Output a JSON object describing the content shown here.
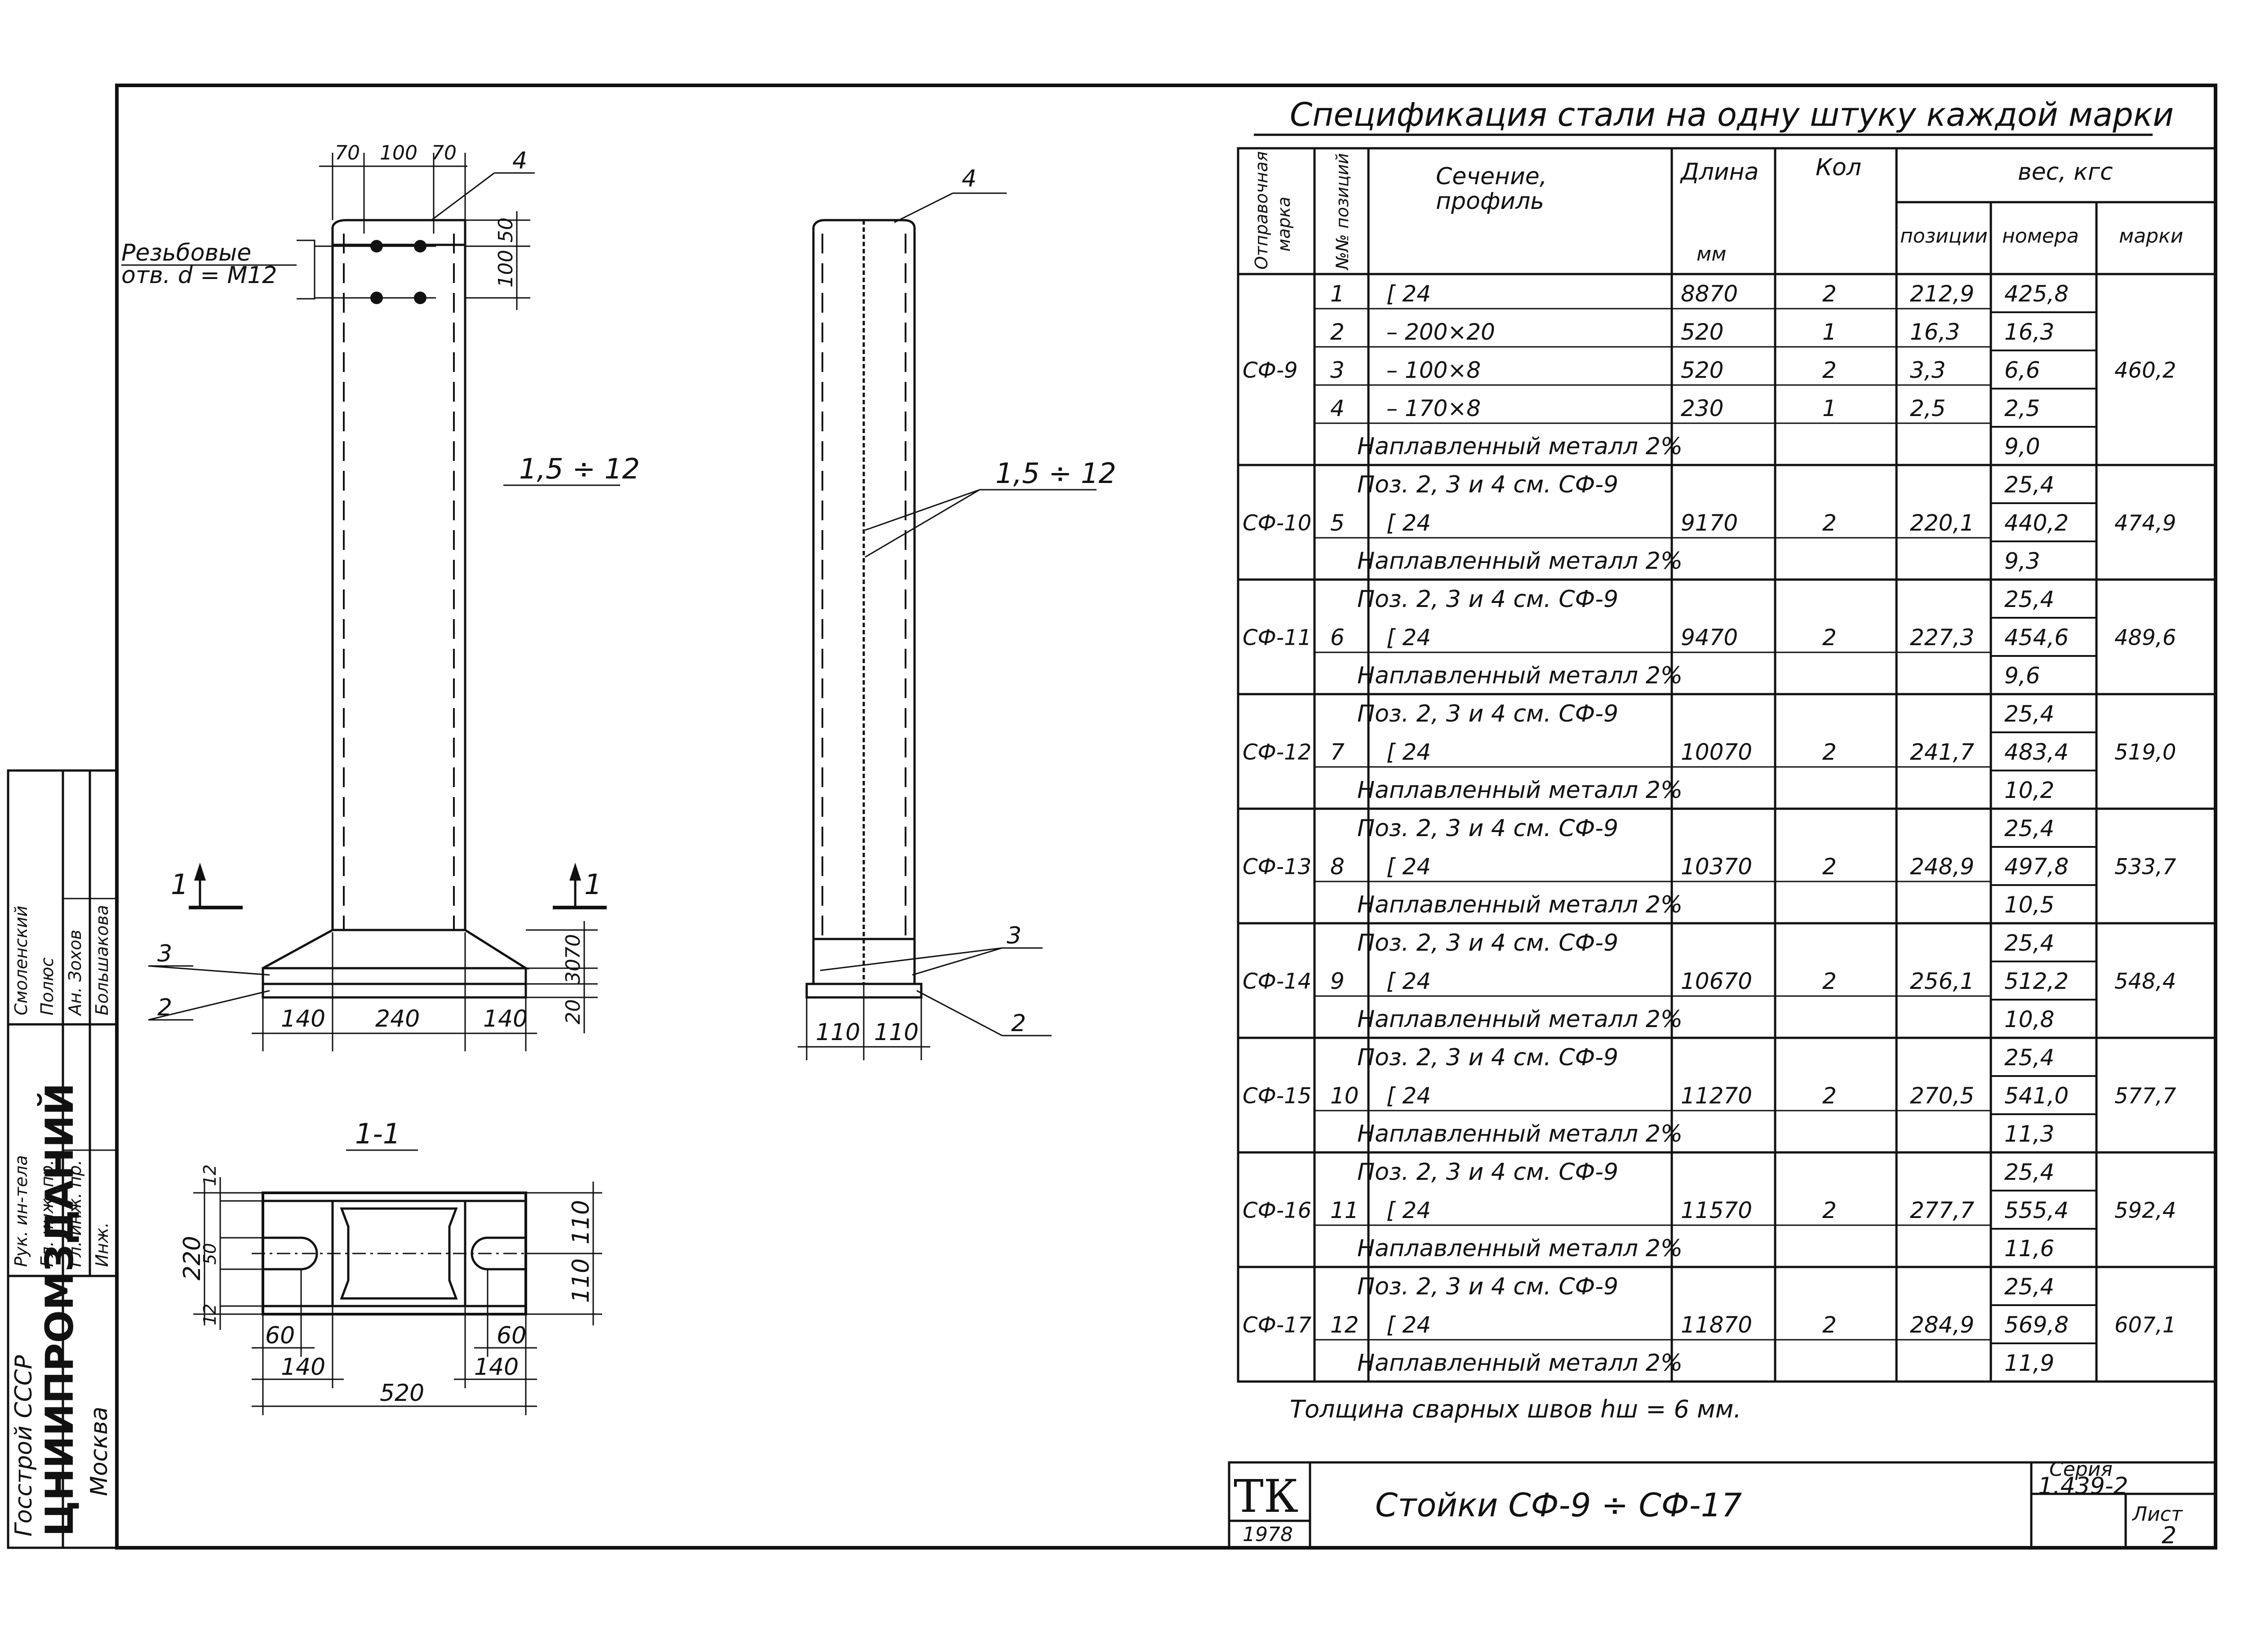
{
  "stamp": {
    "org": [
      "Госстрой СССР",
      "ЦНИИПРОМЗДАНИЙ",
      "Москва"
    ],
    "roles": [
      "Рук. ин-тела",
      "Гл. инж. пр.",
      "Гл. инж. пр.",
      "Инж."
    ],
    "names": [
      "Смоленский",
      "Полюс",
      "Ан. Зохов",
      "Большакова"
    ]
  },
  "front_view": {
    "top_dims": [
      "70",
      "100",
      "70"
    ],
    "right_dims": [
      "50",
      "100"
    ],
    "holes_label": [
      "Резьбовые",
      "отв. d = M12"
    ],
    "height_label": "1,5 ÷ 12",
    "base_dims": [
      "140",
      "240",
      "140"
    ],
    "base_side_dims": [
      "70",
      "30",
      "20"
    ],
    "leaders": [
      "4",
      "3",
      "2"
    ],
    "section_marks": [
      "1",
      "1"
    ]
  },
  "side_view": {
    "height_label": "1,5 ÷ 12",
    "base_dims": [
      "110",
      "110"
    ],
    "leaders": [
      "4",
      "3",
      "2"
    ]
  },
  "section": {
    "title": "1-1",
    "left_dims": [
      "220",
      "12",
      "50",
      "12"
    ],
    "right_dims": [
      "110",
      "110"
    ],
    "bottom_dims": [
      "60",
      "140",
      "60",
      "140",
      "520"
    ]
  },
  "spec": {
    "title": "Спецификация стали на одну штуку каждой марки",
    "headers": {
      "mark": [
        "Отправочная",
        "марка"
      ],
      "pos": "№№ позиций",
      "section": [
        "Сечение,",
        "профиль"
      ],
      "length": [
        "Длина",
        "мм"
      ],
      "qty": "Кол",
      "weight": "вес, кгс",
      "w_pos": "позиции",
      "w_num": "номера",
      "w_mark": "марки"
    },
    "groups": [
      {
        "mark": "СФ-9",
        "total": "460,2",
        "rows": [
          {
            "t": "item",
            "pos": "1",
            "prof": "[ 24",
            "len": "8870",
            "qty": "2",
            "wp": "212,9",
            "wn": "425,8"
          },
          {
            "t": "item",
            "pos": "2",
            "prof": "– 200×20",
            "len": "520",
            "qty": "1",
            "wp": "16,3",
            "wn": "16,3"
          },
          {
            "t": "item",
            "pos": "3",
            "prof": "– 100×8",
            "len": "520",
            "qty": "2",
            "wp": "3,3",
            "wn": "6,6"
          },
          {
            "t": "item",
            "pos": "4",
            "prof": "– 170×8",
            "len": "230",
            "qty": "1",
            "wp": "2,5",
            "wn": "2,5"
          },
          {
            "t": "note",
            "text": "Наплавленный металл 2%",
            "wn": "9,0"
          }
        ]
      },
      {
        "mark": "СФ-10",
        "total": "474,9",
        "rows": [
          {
            "t": "note",
            "text": "Поз. 2, 3 и 4 см. СФ-9",
            "wn": "25,4"
          },
          {
            "t": "item",
            "pos": "5",
            "prof": "[ 24",
            "len": "9170",
            "qty": "2",
            "wp": "220,1",
            "wn": "440,2"
          },
          {
            "t": "note",
            "text": "Наплавленный металл 2%",
            "wn": "9,3"
          }
        ]
      },
      {
        "mark": "СФ-11",
        "total": "489,6",
        "rows": [
          {
            "t": "note",
            "text": "Поз. 2, 3 и 4 см. СФ-9",
            "wn": "25,4"
          },
          {
            "t": "item",
            "pos": "6",
            "prof": "[ 24",
            "len": "9470",
            "qty": "2",
            "wp": "227,3",
            "wn": "454,6"
          },
          {
            "t": "note",
            "text": "Наплавленный металл 2%",
            "wn": "9,6"
          }
        ]
      },
      {
        "mark": "СФ-12",
        "total": "519,0",
        "rows": [
          {
            "t": "note",
            "text": "Поз. 2, 3 и 4 см. СФ-9",
            "wn": "25,4"
          },
          {
            "t": "item",
            "pos": "7",
            "prof": "[ 24",
            "len": "10070",
            "qty": "2",
            "wp": "241,7",
            "wn": "483,4"
          },
          {
            "t": "note",
            "text": "Наплавленный металл 2%",
            "wn": "10,2"
          }
        ]
      },
      {
        "mark": "СФ-13",
        "total": "533,7",
        "rows": [
          {
            "t": "note",
            "text": "Поз. 2, 3 и 4 см. СФ-9",
            "wn": "25,4"
          },
          {
            "t": "item",
            "pos": "8",
            "prof": "[ 24",
            "len": "10370",
            "qty": "2",
            "wp": "248,9",
            "wn": "497,8"
          },
          {
            "t": "note",
            "text": "Наплавленный металл 2%",
            "wn": "10,5"
          }
        ]
      },
      {
        "mark": "СФ-14",
        "total": "548,4",
        "rows": [
          {
            "t": "note",
            "text": "Поз. 2, 3 и 4 см. СФ-9",
            "wn": "25,4"
          },
          {
            "t": "item",
            "pos": "9",
            "prof": "[ 24",
            "len": "10670",
            "qty": "2",
            "wp": "256,1",
            "wn": "512,2"
          },
          {
            "t": "note",
            "text": "Наплавленный металл 2%",
            "wn": "10,8"
          }
        ]
      },
      {
        "mark": "СФ-15",
        "total": "577,7",
        "rows": [
          {
            "t": "note",
            "text": "Поз. 2, 3 и 4 см. СФ-9",
            "wn": "25,4"
          },
          {
            "t": "item",
            "pos": "10",
            "prof": "[ 24",
            "len": "11270",
            "qty": "2",
            "wp": "270,5",
            "wn": "541,0"
          },
          {
            "t": "note",
            "text": "Наплавленный металл 2%",
            "wn": "11,3"
          }
        ]
      },
      {
        "mark": "СФ-16",
        "total": "592,4",
        "rows": [
          {
            "t": "note",
            "text": "Поз. 2, 3 и 4 см. СФ-9",
            "wn": "25,4"
          },
          {
            "t": "item",
            "pos": "11",
            "prof": "[ 24",
            "len": "11570",
            "qty": "2",
            "wp": "277,7",
            "wn": "555,4"
          },
          {
            "t": "note",
            "text": "Наплавленный металл 2%",
            "wn": "11,6"
          }
        ]
      },
      {
        "mark": "СФ-17",
        "total": "607,1",
        "rows": [
          {
            "t": "note",
            "text": "Поз. 2, 3 и 4 см. СФ-9",
            "wn": "25,4"
          },
          {
            "t": "item",
            "pos": "12",
            "prof": "[ 24",
            "len": "11870",
            "qty": "2",
            "wp": "284,9",
            "wn": "569,8"
          },
          {
            "t": "note",
            "text": "Наплавленный металл 2%",
            "wn": "11,9"
          }
        ]
      }
    ],
    "weld_note": "Толщина сварных швов hш = 6 мм."
  },
  "title_block": {
    "logo": "ТК",
    "year": "1978",
    "title": "Стойки СФ-9 ÷ СФ-17",
    "series_label": "Серия",
    "series": "1.439-2",
    "sheet_label": "Лист",
    "sheet": "2"
  }
}
